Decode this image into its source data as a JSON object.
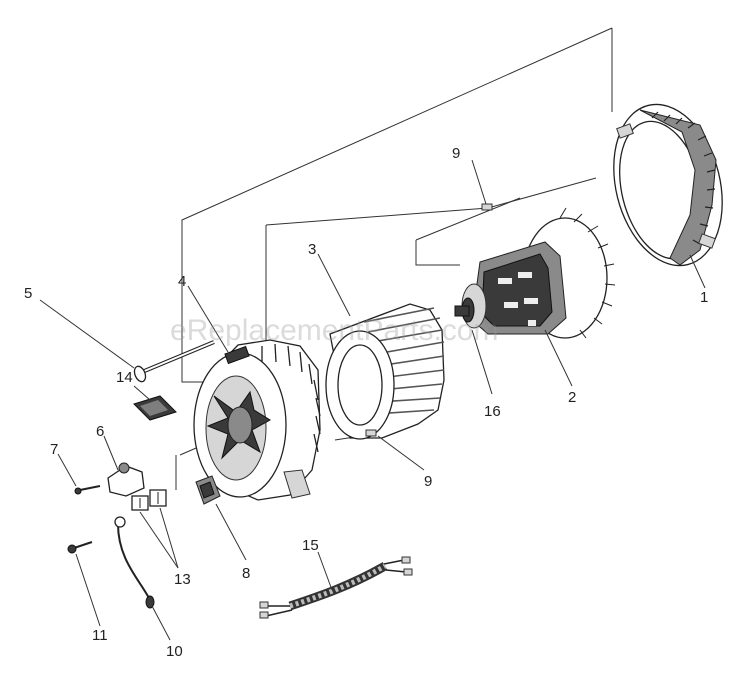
{
  "watermark": "eReplacementParts.com",
  "callouts": {
    "c1": "1",
    "c2": "2",
    "c3": "3",
    "c4": "4",
    "c5": "5",
    "c6": "6",
    "c7": "7",
    "c8": "8",
    "c9a": "9",
    "c9b": "9",
    "c10": "10",
    "c11": "11",
    "c13": "13",
    "c14": "14",
    "c15": "15",
    "c16": "16"
  },
  "colors": {
    "line": "#222222",
    "fill_dark": "#3a3a3a",
    "fill_light": "#d6d6d6"
  }
}
